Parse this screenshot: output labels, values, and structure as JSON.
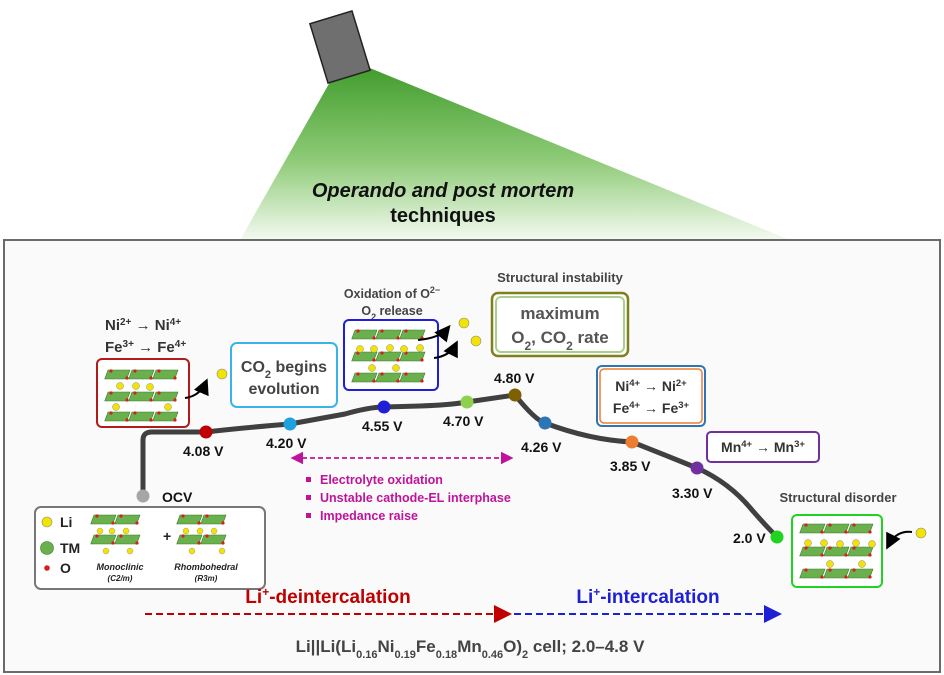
{
  "header": {
    "title_line1": "Operando and post mortem",
    "title_line2": "techniques"
  },
  "colors": {
    "beam_green": "#5cb23d",
    "frame": "#666666",
    "curve": "#404040",
    "deintercalation": "#c00000",
    "intercalation": "#1f1fd6",
    "electrolyte_notes": "#c0139b",
    "structure_green": "#6ab04c",
    "li_yellow": "#f2e400"
  },
  "boxes": {
    "redox_charge_line1": [
      "Ni",
      "2+",
      " → Ni",
      "4+"
    ],
    "redox_charge_line2": [
      "Fe",
      "3+",
      " → Fe",
      "4+"
    ],
    "co2_begins_line1": [
      "CO",
      "2",
      " begins"
    ],
    "co2_begins_line2": "evolution",
    "oxidation_o2_line1": [
      "Oxidation of O",
      "2−"
    ],
    "oxidation_o2_line2": [
      "O",
      "2",
      " release"
    ],
    "structural_instability": "Structural instability",
    "maximum_line1": "maximum",
    "maximum_line2": [
      "O",
      "2",
      ", CO",
      "2",
      " rate"
    ],
    "redox_discharge_line1": [
      "Ni",
      "4+",
      " → Ni",
      "2+"
    ],
    "redox_discharge_line2": [
      "Fe",
      "4+",
      " → Fe",
      "3+"
    ],
    "mn_reduction": [
      "Mn",
      "4+",
      " → Mn",
      "3+"
    ],
    "structural_disorder": "Structural disorder"
  },
  "voltage_points": [
    {
      "label": "OCV",
      "color": "#a6a6a6"
    },
    {
      "label": "4.08 V",
      "color": "#c00000"
    },
    {
      "label": "4.20 V",
      "color": "#1fa0e0"
    },
    {
      "label": "4.55 V",
      "color": "#1f1fd6"
    },
    {
      "label": "4.70 V",
      "color": "#8fd14f"
    },
    {
      "label": "4.80 V",
      "color": "#7f6000"
    },
    {
      "label": "4.26 V",
      "color": "#2e75b6"
    },
    {
      "label": "3.85 V",
      "color": "#ed7d31"
    },
    {
      "label": "3.30 V",
      "color": "#7030a0"
    },
    {
      "label": "2.0 V",
      "color": "#21d321"
    }
  ],
  "electrolyte_notes": [
    "Electrolyte oxidation",
    "Unstable cathode-EL interphase",
    "Impedance raise"
  ],
  "legend": {
    "li": "Li",
    "tm": "TM",
    "o": "O",
    "plus": "+",
    "monoclinic": "Monoclinic",
    "monoclinic_group": "(C2/m)",
    "rhombohedral": "Rhombohedral",
    "rhombohedral_group": "(R3m)"
  },
  "arrows": {
    "deintercalation": [
      "Li",
      "+",
      "-deintercalation"
    ],
    "intercalation": [
      "Li",
      "+",
      "-intercalation"
    ]
  },
  "footer": {
    "cell": [
      "Li||Li(Li",
      "0.16",
      "Ni",
      "0.19",
      "Fe",
      "0.18",
      "Mn",
      "0.46",
      "O)",
      "2",
      " cell; 2.0–4.8 V"
    ]
  }
}
